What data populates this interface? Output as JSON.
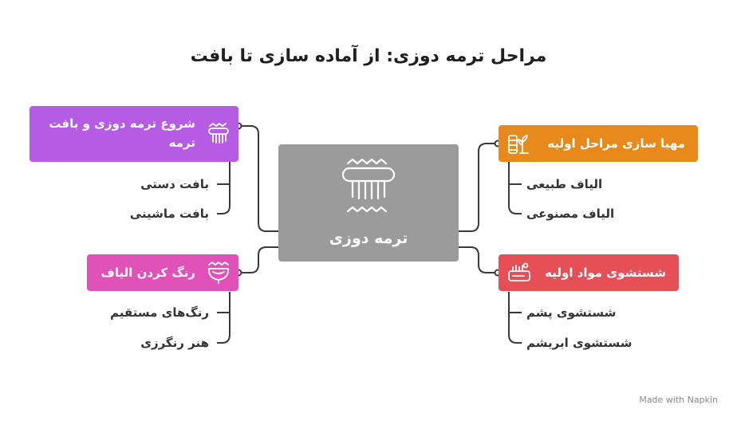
{
  "title": "مراحل ترمه دوزی: از آماده سازی تا بافت",
  "center": {
    "label": "ترمه دوزی",
    "icon": "terme-icon"
  },
  "branches": [
    {
      "label": "شروع ترمه دوزی و بافت ترمه",
      "color": "#b55be4",
      "icon": "loom-brush-icon",
      "items": [
        "بافت دستی",
        "بافت ماشینی"
      ]
    },
    {
      "label": "رنگ کردن الیاف",
      "color": "#e052b7",
      "icon": "dye-bowl-icon",
      "items": [
        "رنگ‌های مستقیم",
        "هنر رنگرزی"
      ]
    },
    {
      "label": "مهیا سازی مراحل اولیه",
      "color": "#e8891c",
      "icon": "fiber-plant-icon",
      "items": [
        "الیاف طبیعی",
        "الیاف مصنوعی"
      ]
    },
    {
      "label": "شستشوی مواد اولیه",
      "color": "#e64f55",
      "icon": "washing-brush-icon",
      "items": [
        "شستشوی پشم",
        "شستشوی ابریشم"
      ]
    }
  ],
  "watermark": "Made with Napkin"
}
